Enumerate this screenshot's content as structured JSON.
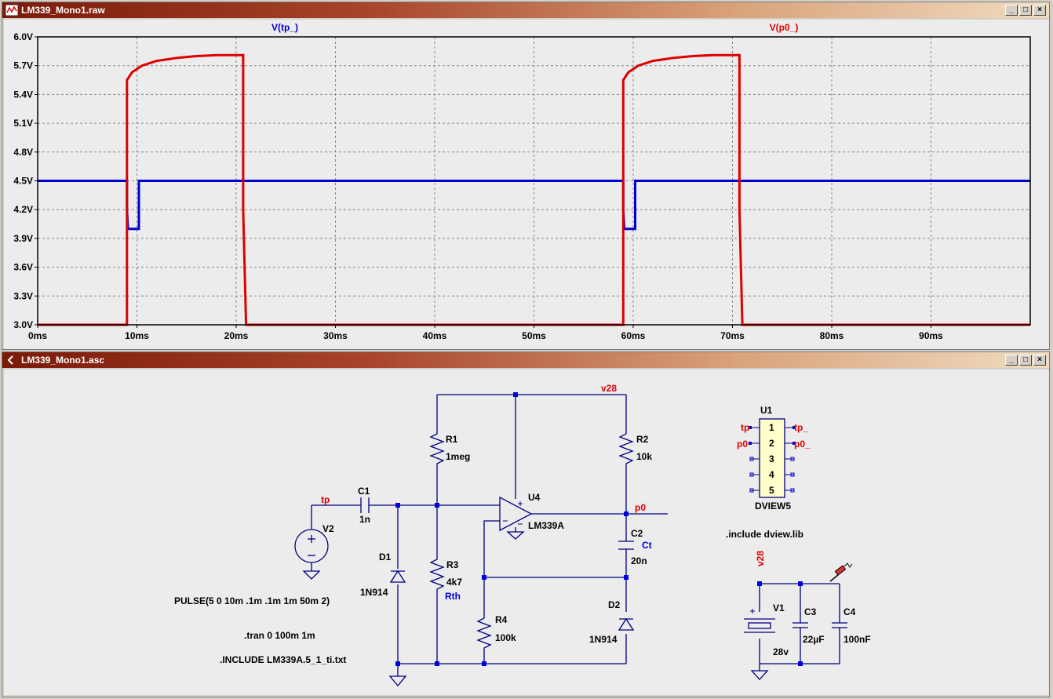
{
  "waveform_window": {
    "title": "LM339_Mono1.raw",
    "min_label": "_",
    "max_label": "□",
    "close_label": "×",
    "trace_labels": [
      {
        "text": "V(tp_)",
        "color": "#0000cc"
      },
      {
        "text": "V(p0_)",
        "color": "#dd0000"
      }
    ],
    "y_ticks": [
      "6.0V",
      "5.7V",
      "5.4V",
      "5.1V",
      "4.8V",
      "4.5V",
      "4.2V",
      "3.9V",
      "3.6V",
      "3.3V",
      "3.0V"
    ],
    "x_ticks": [
      "0ms",
      "10ms",
      "20ms",
      "30ms",
      "40ms",
      "50ms",
      "60ms",
      "70ms",
      "80ms",
      "90ms"
    ]
  },
  "chart_data": {
    "type": "line",
    "xlabel": "",
    "ylabel": "",
    "xlim": [
      0,
      100
    ],
    "ylim": [
      3.0,
      6.0
    ],
    "grid": true,
    "series": [
      {
        "name": "V(tp_)",
        "color": "#0000cc",
        "x": [
          0,
          9.0,
          9.0,
          9.1,
          9.2,
          10.2,
          10.2,
          59.0,
          59.0,
          59.1,
          59.2,
          60.2,
          60.2,
          100
        ],
        "y": [
          4.5,
          4.5,
          4.2,
          4.0,
          4.0,
          4.0,
          4.5,
          4.5,
          4.2,
          4.0,
          4.0,
          4.0,
          4.5,
          4.5
        ]
      },
      {
        "name": "V(p0_)",
        "color": "#dd0000",
        "x": [
          0,
          9.0,
          9.0,
          9.5,
          10.5,
          12,
          14,
          16,
          18,
          20.7,
          20.7,
          21.0,
          59.0,
          59.0,
          59.5,
          60.5,
          62,
          64,
          66,
          68,
          70.7,
          70.7,
          71.0,
          100
        ],
        "y": [
          3.0,
          3.0,
          5.55,
          5.63,
          5.7,
          5.75,
          5.78,
          5.8,
          5.81,
          5.81,
          4.2,
          3.0,
          3.0,
          5.55,
          5.63,
          5.7,
          5.75,
          5.78,
          5.8,
          5.81,
          5.81,
          4.2,
          3.0,
          3.0
        ]
      }
    ]
  },
  "schematic_window": {
    "title": "LM339_Mono1.asc",
    "min_label": "_",
    "max_label": "□",
    "close_label": "×",
    "labels": {
      "v28_top": "v28",
      "r1": "R1",
      "r1_val": "1meg",
      "r2": "R2",
      "r2_val": "10k",
      "u4": "U4",
      "u4_model": "LM339A",
      "tp": "tp",
      "c1": "C1",
      "c1_val": "1n",
      "v2": "V2",
      "p0": "p0",
      "c2": "C2",
      "c2_name": "Ct",
      "c2_val": "20n",
      "d1": "D1",
      "d1_val": "1N914",
      "r3": "R3",
      "r3_val": "4k7",
      "r3_name": "Rth",
      "r4": "R4",
      "r4_val": "100k",
      "d2": "D2",
      "d2_val": "1N914",
      "pulse": "PULSE(5 0 10m .1m .1m 1m 50m 2)",
      "tran": ".tran 0 100m 1m",
      "include1": ".INCLUDE LM339A.5_1_ti.txt",
      "u1": "U1",
      "dview": "DVIEW5",
      "pin1": "1",
      "pin2": "2",
      "pin3": "3",
      "pin4": "4",
      "pin5": "5",
      "u1_tp": "tp",
      "u1_tp_": "tp_",
      "u1_p0": "p0",
      "u1_p0_": "p0_",
      "include2": ".include dview.lib",
      "v28_right": "v28",
      "v1": "V1",
      "v1_val": "28v",
      "c3": "C3",
      "c3_val": "22µF",
      "c4": "C4",
      "c4_val": "100nF"
    }
  }
}
